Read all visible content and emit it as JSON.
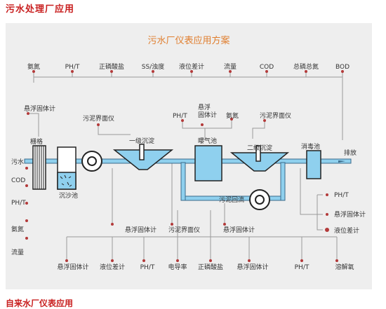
{
  "page_title": "污水处理厂应用",
  "footer_title": "自来水厂仪表应用",
  "diagram": {
    "title": "污水厂仪表应用方案",
    "top_instruments": [
      "氨氮",
      "PH/T",
      "正磷酸盐",
      "SS/浊度",
      "液位差计",
      "流量",
      "COD",
      "总磷总氮",
      "BOD"
    ],
    "left_inputs": [
      "污水",
      "COD",
      "PH/T",
      "氨氮",
      "流量"
    ],
    "units": {
      "screen": "栅格",
      "grit_chamber": "沉沙池",
      "primary_clarifier": "一级沉淀",
      "aeration_tank": "曝气池",
      "secondary_clarifier": "二级沉淀",
      "disinfection_tank": "消毒池",
      "sludge_return": "污泥回流",
      "discharge": "排放"
    },
    "labels": {
      "screen_ss": "悬浮固体计",
      "primary_sludge_interface": "污泥界面仪",
      "aeration_ph": "PH/T",
      "aeration_ss": "悬浮\n固体计",
      "aeration_ammonia": "氨氮",
      "secondary_sludge_interface": "污泥界面仪",
      "mid_ss_1": "悬浮固体计",
      "mid_sludge_interface": "污泥界面仪",
      "mid_ss_2": "悬浮固体计"
    },
    "right_outputs": [
      "PH/T",
      "悬浮固体计",
      "液位差计"
    ],
    "bottom_instruments": [
      "悬浮固体计",
      "液位差计",
      "PH/T",
      "电导率",
      "正磷酸盐",
      "悬浮固体计",
      "PH/T",
      "溶解氧"
    ]
  },
  "colors": {
    "title_red": "#c81e1e",
    "panel_title_orange": "#e07e2e",
    "pipe_blue": "#8fd0ee",
    "pipe_outline": "#3a6a8a",
    "dot_red": "#b33a3a",
    "line_gray": "#999999",
    "panel_bg": "#eeeeee"
  }
}
